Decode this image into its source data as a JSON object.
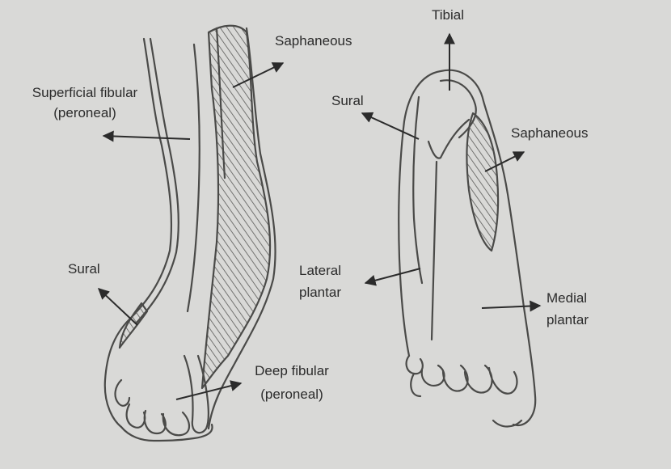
{
  "diagram": {
    "dorsal_view": {
      "saphaneous": "Saphaneous",
      "superficial_fibular": [
        "Superficial fibular",
        "(peroneal)"
      ],
      "sural": "Sural",
      "deep_fibular": [
        "Deep fibular",
        "(peroneal)"
      ]
    },
    "plantar_view": {
      "tibial": "Tibial",
      "sural": "Sural",
      "saphaneous": "Saphaneous",
      "lateral_plantar": [
        "Lateral",
        "plantar"
      ],
      "medial_plantar": [
        "Medial",
        "plantar"
      ]
    }
  },
  "colors": {
    "paper": "#d9d9d7",
    "ink": "#2b2b2b",
    "sketch": "#4a4a48"
  }
}
